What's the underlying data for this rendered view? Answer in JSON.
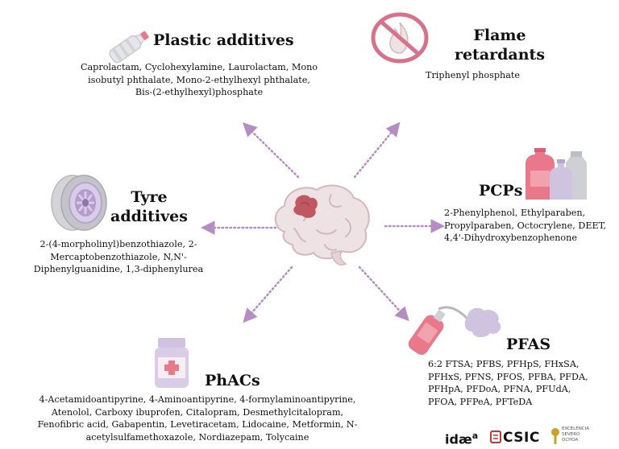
{
  "plastic": {
    "title": "Plastic additives",
    "lines": [
      "Caprolactam, Cyclohexylamine, Laurolactam, Mono",
      "isobutyl phthalate, Mono-2-ethylhexyl phthalate,",
      "Bis-(2-ethylhexyl)phosphate"
    ]
  },
  "flame": {
    "title_1": "Flame",
    "title_2": "retardants",
    "lines": [
      "Triphenyl phosphate"
    ]
  },
  "tyre": {
    "title_1": "Tyre",
    "title_2": "additives",
    "lines": [
      "2-(4-morpholinyl)benzothiazole, 2-",
      "Mercaptobenzothiazole, N,N'-",
      "Diphenylguanidine, 1,3-diphenylurea"
    ]
  },
  "pcps": {
    "title": "PCPs",
    "lines": [
      "2-Phenylphenol, Ethylparaben,",
      "Propylparaben, Octocrylene, DEET,",
      "4,4'-Dihydroxybenzophenone"
    ]
  },
  "pfas": {
    "title": "PFAS",
    "lines": [
      "6:2 FTSA; PFBS, PFHpS, FHxSA,",
      "PFHxS, PFNS, PFOS, PFBA, PFDA,",
      "PFHpA, PFDoA, PFNA, PFUdA,",
      "PFOA, PFPeA, PFTeDA"
    ]
  },
  "phacs": {
    "title": "PhACs",
    "lines": [
      "4-Acetamidoantipyrine, 4-Aminoantipyrine, 4-formylaminoantipyrine,",
      "Atenolol, Carboxy ibuprofen, Citalopram, Desmethylcitalopram,",
      "Fenofibric acid, Gabapentin, Levetiracetam, Lidocaine, Metformin, N-",
      "acetylsulfamethoxazole, Nordiazepam, Tolycaine"
    ]
  },
  "logos": {
    "idaea": "idæ",
    "idaea_sup": "a",
    "csic": "CSIC",
    "severo_1": "EXCELENCIA",
    "severo_2": "SEVERO",
    "severo_3": "OCHOA"
  },
  "colors": {
    "arrow": "#b58cc4",
    "brain": "#efe2e5",
    "lesion": "#c05862",
    "pink": "#e8788a",
    "lavender": "#cfc3e0",
    "no_sign": "#d8718a"
  }
}
